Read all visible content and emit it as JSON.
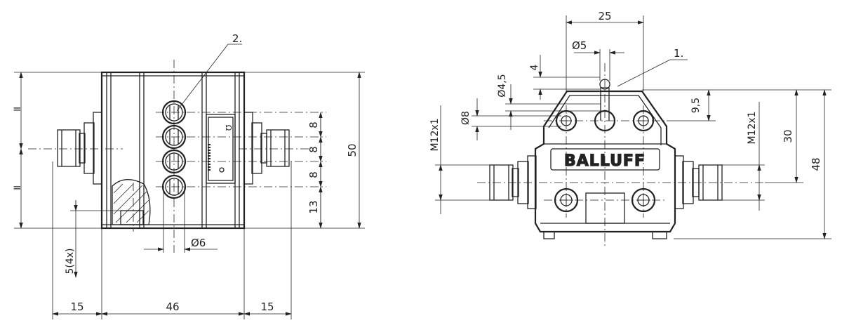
{
  "front_view": {
    "callout_2": "2.",
    "dim_width": "46",
    "dim_connector_left": "15",
    "dim_connector_right": "15",
    "dim_height": "50",
    "dim_pitch_1": "8",
    "dim_pitch_2": "8",
    "dim_pitch_3": "8",
    "dim_bottom_13": "13",
    "dim_mount_hole": "5(4x)",
    "dim_plunger_dia": "Ø6",
    "equal_sign_top": "=",
    "equal_sign_bottom": "="
  },
  "side_view": {
    "callout_1": "1.",
    "brand": "BALLUFF",
    "dim_top_width": "25",
    "dim_roller_dia": "Ø5",
    "dim_roller_offset": "4",
    "dim_hole_small": "Ø4,5",
    "dim_hole_large": "Ø8",
    "dim_connector_left": "M12x1",
    "dim_connector_right": "M12x1",
    "dim_9_5": "9,5",
    "dim_30": "30",
    "dim_48": "48"
  }
}
